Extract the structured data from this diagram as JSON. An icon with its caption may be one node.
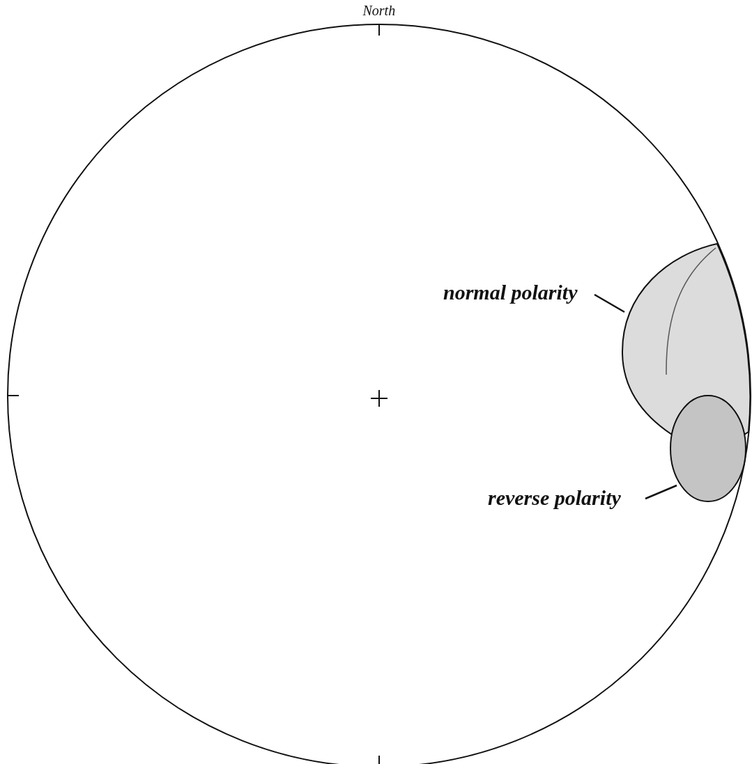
{
  "diagram": {
    "nodes": [
      {
        "text": [
          "normal polarity"
        ]
      },
      {
        "text": [
          "reverse polarity"
        ]
      },
      {
        "text": [],
        "shape": "oval"
      },
      {
        "text": [],
        "shape": "oval"
      }
    ],
    "edges": [
      {
        "from": 0,
        "to": 2,
        "arrow": "none"
      },
      {
        "from": 1,
        "to": 3,
        "arrow": "none"
      }
    ],
    "labels": [
      "North"
    ]
  }
}
